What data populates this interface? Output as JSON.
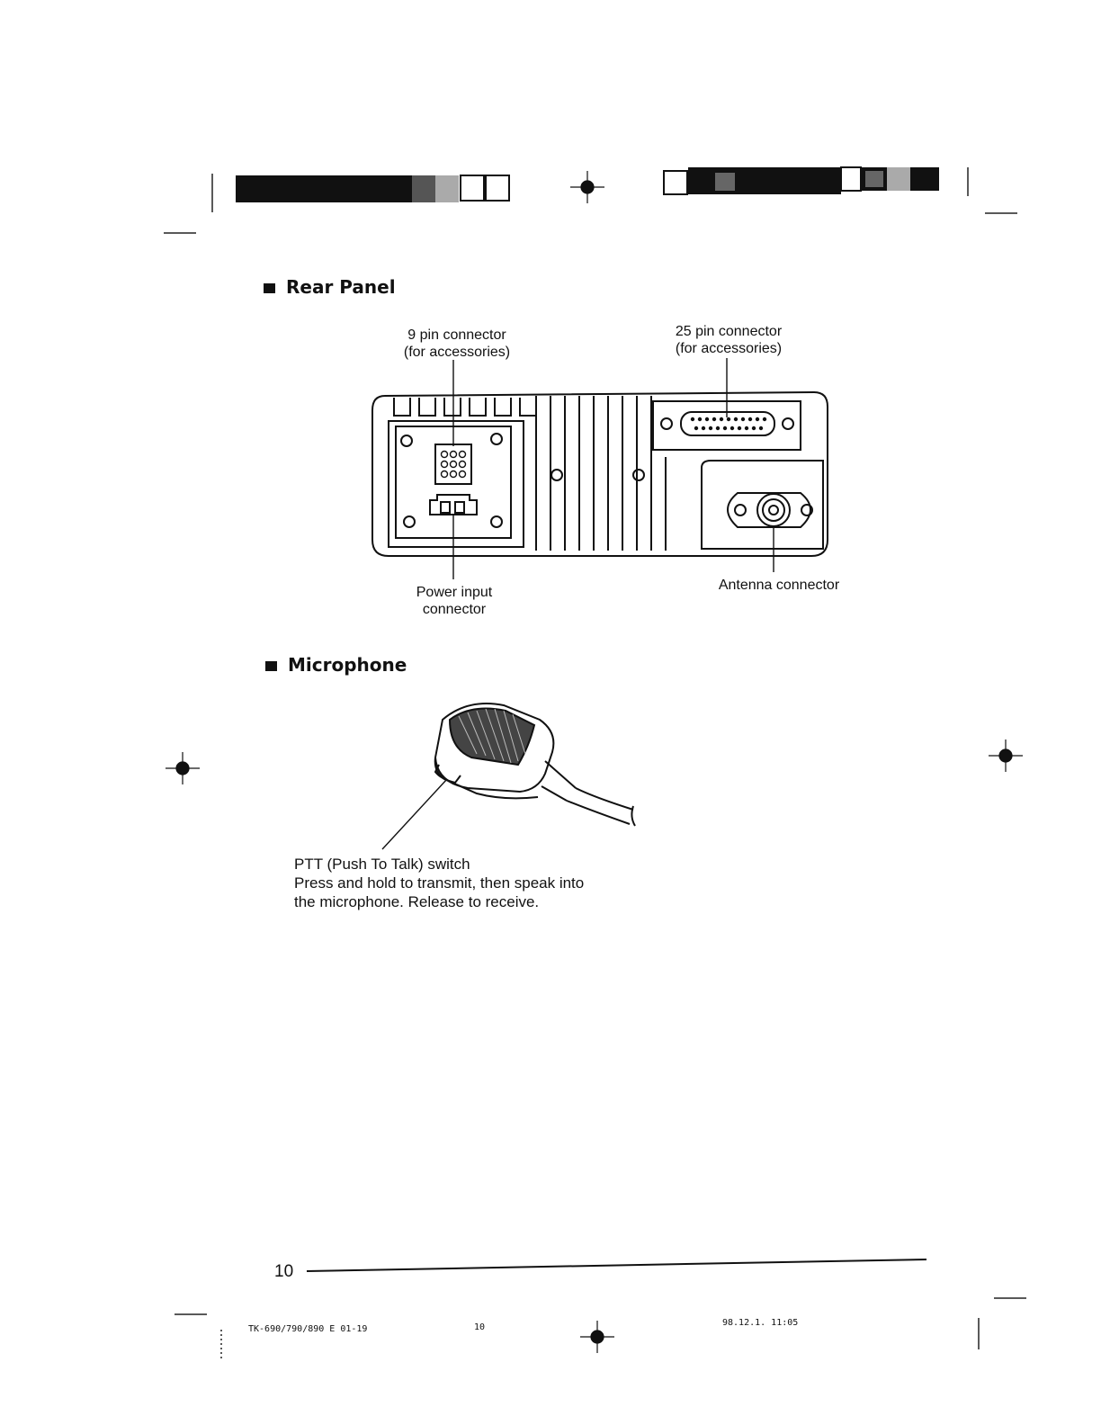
{
  "sections": {
    "rear_panel": {
      "title": "Rear Panel",
      "labels": {
        "nine_pin_line1": "9 pin connector",
        "nine_pin_line2": "(for accessories)",
        "twentyfive_pin_line1": "25 pin connector",
        "twentyfive_pin_line2": "(for accessories)",
        "power_line1": "Power input",
        "power_line2": "connector",
        "antenna": "Antenna connector"
      }
    },
    "microphone": {
      "title": "Microphone",
      "ptt_label": "PTT (Push To Talk) switch",
      "ptt_desc_line1": "Press and hold to transmit, then speak into",
      "ptt_desc_line2": "the microphone.  Release to receive."
    }
  },
  "footer": {
    "page_number": "10",
    "code": "TK-690/790/890 E 01-19",
    "sheet": "10",
    "timestamp": "98.12.1. 11:05"
  }
}
